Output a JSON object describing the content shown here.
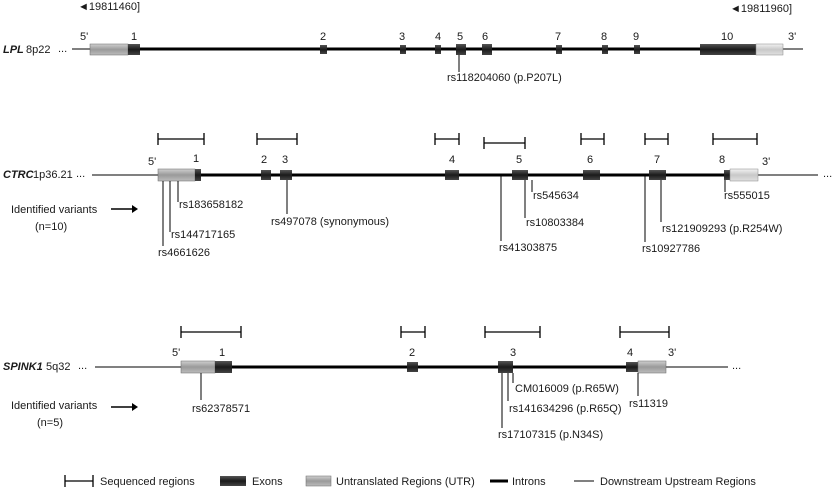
{
  "markers": {
    "left": "◄19811460]",
    "right": "◄19811960]"
  },
  "lpl": {
    "name": "LPL",
    "loc": "8p22",
    "ellipsis": "...",
    "five": "5'",
    "three": "3'",
    "exons": [
      "1",
      "2",
      "3",
      "4",
      "5",
      "6",
      "7",
      "8",
      "9",
      "10"
    ],
    "variants": [
      "rs118204060 (p.P207L)"
    ]
  },
  "ctrc": {
    "name": "CTRC",
    "loc": "1p36.21",
    "ellipsis_left": "...",
    "ellipsis_right": "...",
    "five": "5'",
    "three": "3'",
    "exons": [
      "1",
      "2",
      "3",
      "4",
      "5",
      "6",
      "7",
      "8"
    ],
    "variants": [
      "rs183658182",
      "rs144717165",
      "rs4661626",
      "rs497078 (synonymous)",
      "rs41303875",
      "rs545634",
      "rs10803384",
      "rs10927786",
      "rs121909293 (p.R254W)",
      "rs555015"
    ],
    "identified_label": "Identified variants",
    "identified_count": "(n=10)"
  },
  "spink1": {
    "name": "SPINK1",
    "loc": "5q32",
    "ellipsis_left": "...",
    "ellipsis_right": "...",
    "five": "5'",
    "three": "3'",
    "exons": [
      "1",
      "2",
      "3",
      "4"
    ],
    "variants": [
      "rs62378571",
      "CM016009 (p.R65W)",
      "rs141634296 (p.R65Q)",
      "rs17107315 (p.N34S)",
      "rs11319"
    ],
    "identified_label": "Identified variants",
    "identified_count": "(n=5)"
  },
  "legend": {
    "sequenced": "Sequenced regions",
    "exons": "Exons",
    "utr": "Untranslated Regions (UTR)",
    "introns": "Introns",
    "downstream": "Downstream Upstream Regions"
  },
  "colors": {
    "exon": "#2b2b2b",
    "utr": "#a6a6a6",
    "line": "#000000"
  }
}
